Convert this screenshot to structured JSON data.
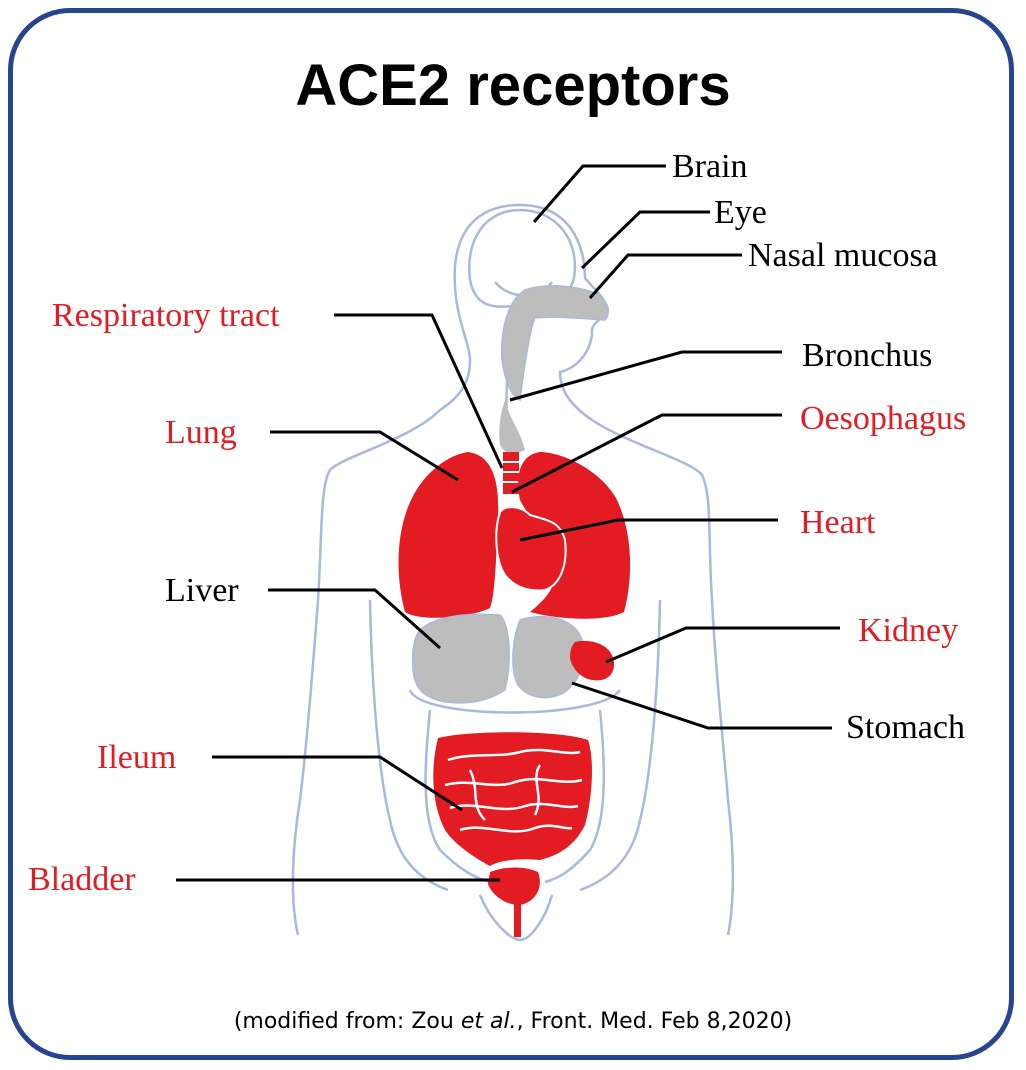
{
  "title": "ACE2 receptors",
  "citation": {
    "prefix": "(modified from: Zou ",
    "italic": "et al.",
    "suffix": ", Front. Med. Feb 8,2020)"
  },
  "colors": {
    "frame": "#27458f",
    "expressed": "#e31b23",
    "not_expressed": "#bdbdbd",
    "outline": "#a9b9d9",
    "text_red": "#e31b23",
    "text_black": "#000000"
  },
  "labels": {
    "brain": "Brain",
    "eye": "Eye",
    "nasal_mucosa": "Nasal mucosa",
    "respiratory_tract": "Respiratory tract",
    "bronchus": "Bronchus",
    "lung": "Lung",
    "oesophagus": "Oesophagus",
    "heart": "Heart",
    "liver": "Liver",
    "kidney": "Kidney",
    "stomach": "Stomach",
    "ileum": "Ileum",
    "bladder": "Bladder"
  }
}
